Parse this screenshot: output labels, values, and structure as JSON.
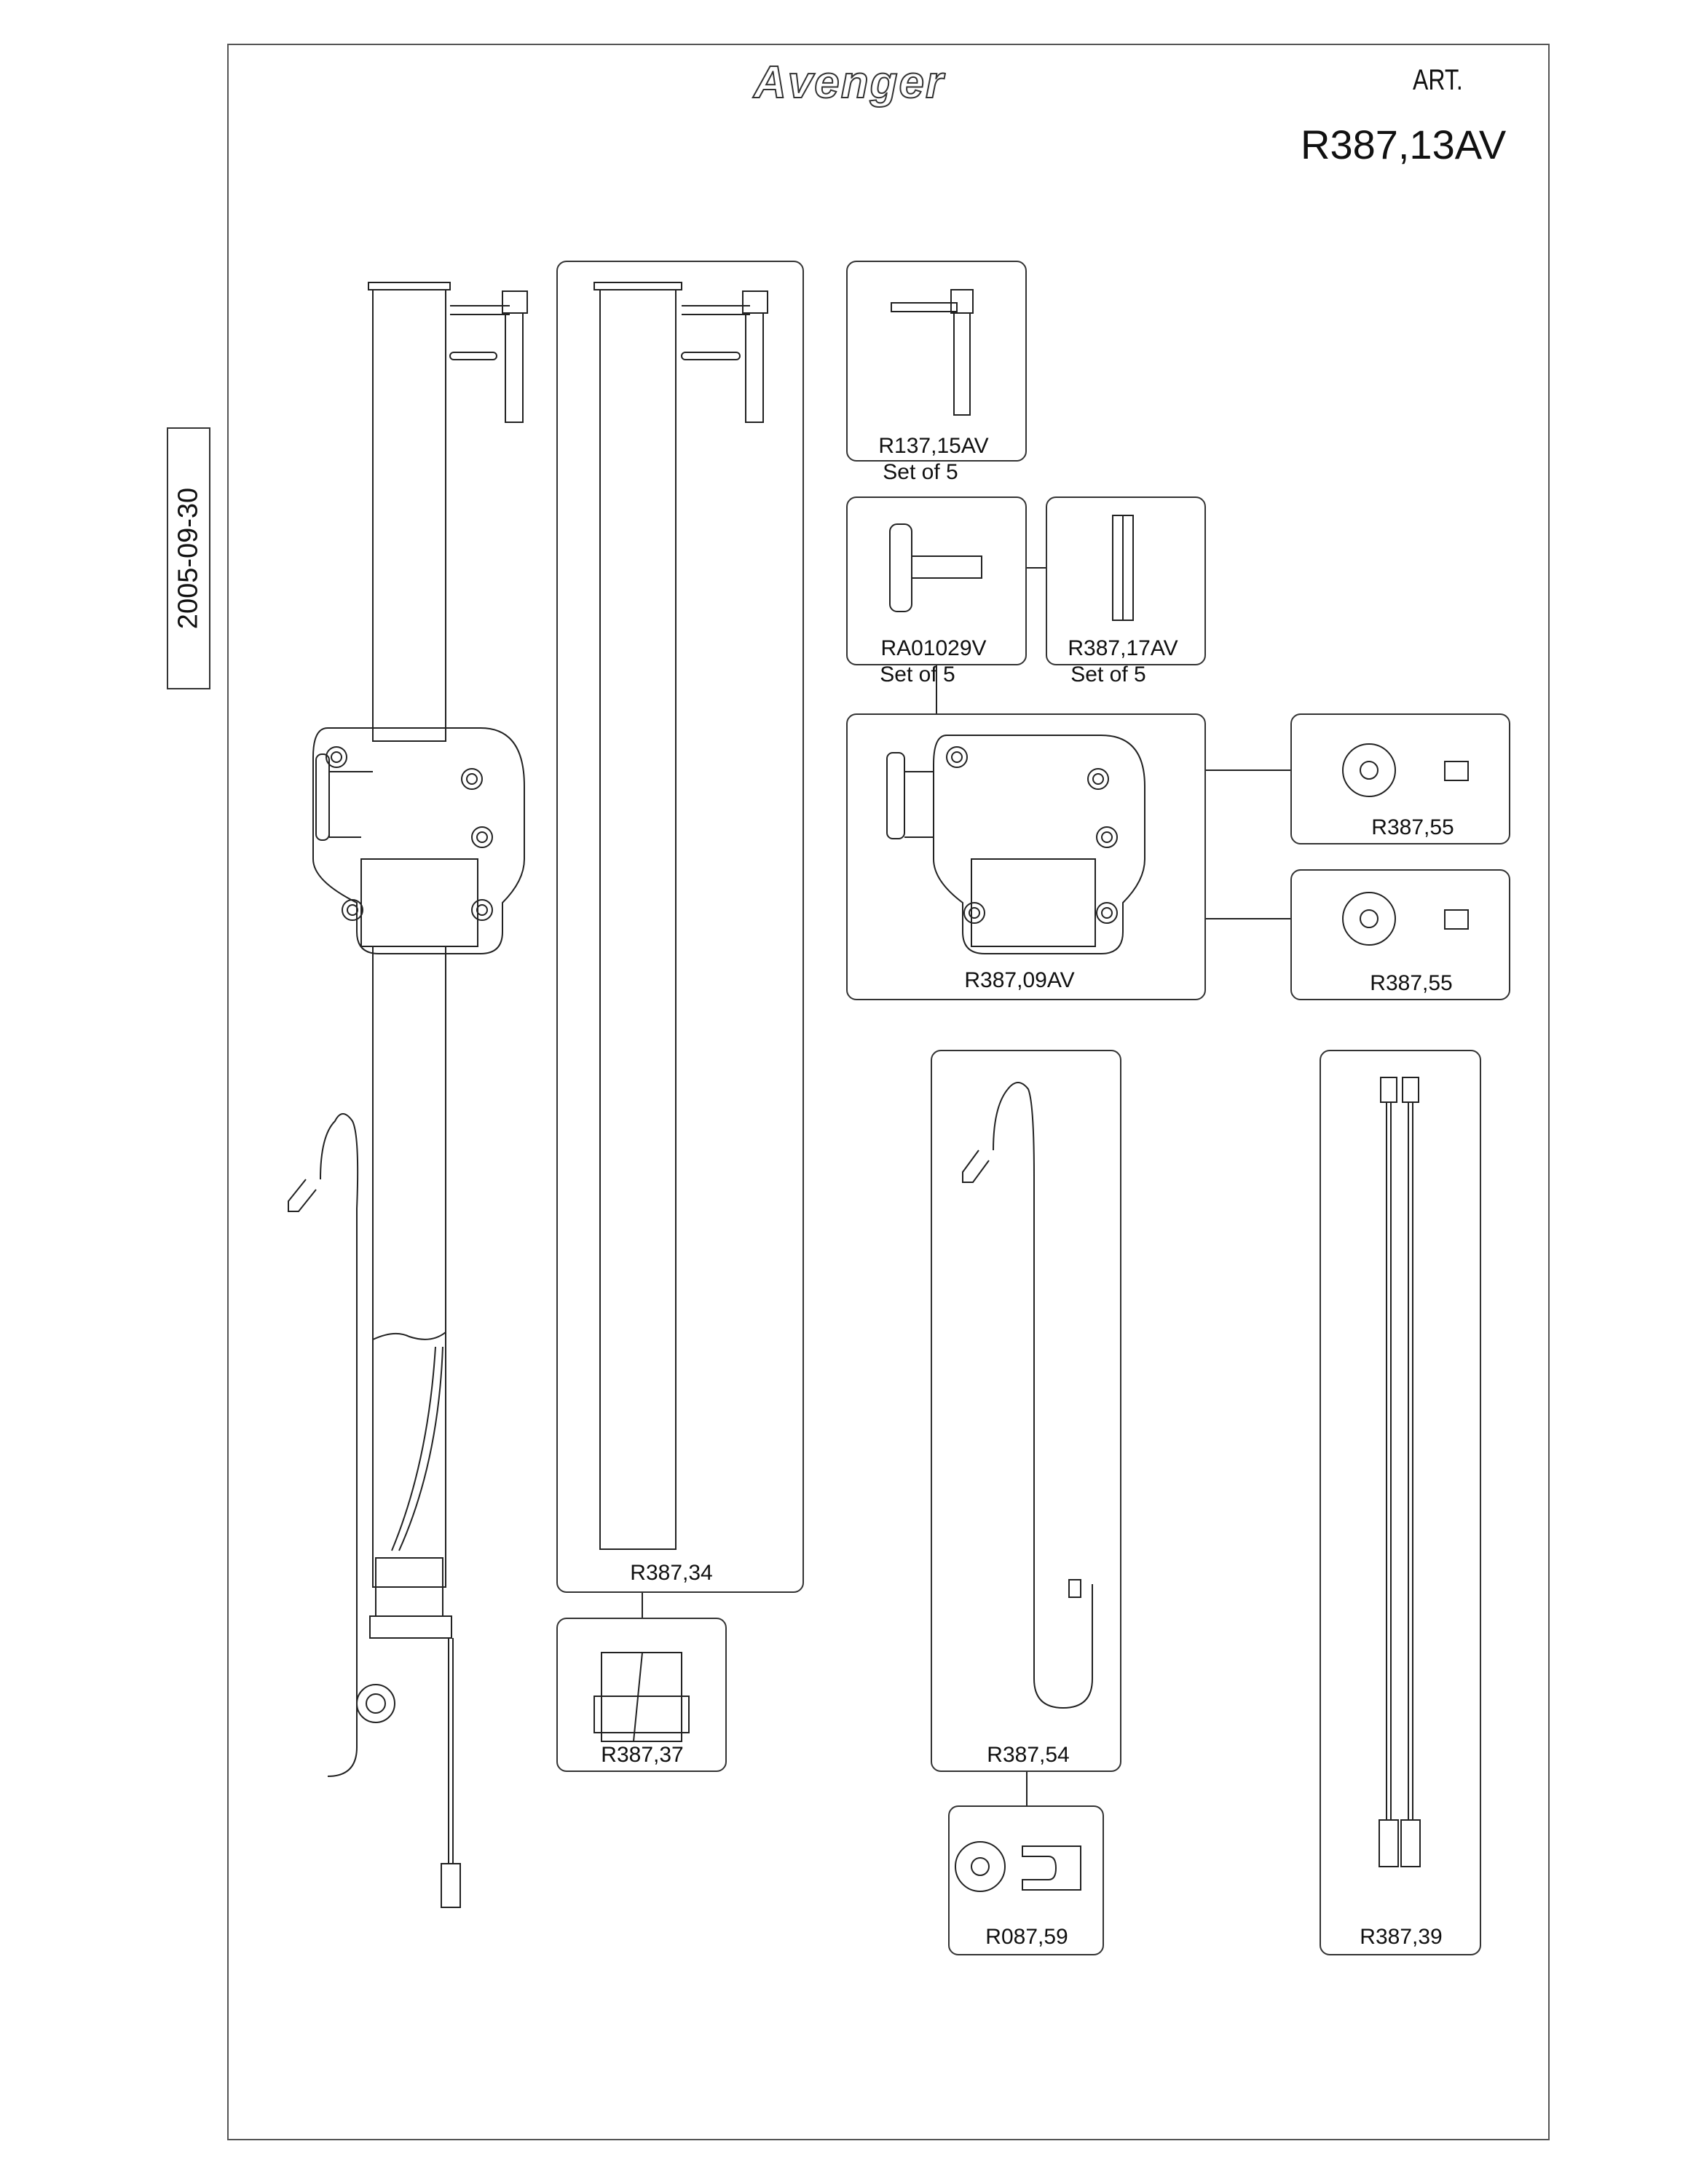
{
  "header": {
    "brand": "Avenger",
    "art_label": "ART.",
    "art_number": "R387,13AV",
    "date": "2005-09-30"
  },
  "parts": [
    {
      "code": "R387,34",
      "qty": ""
    },
    {
      "code": "R387,37",
      "qty": ""
    },
    {
      "code": "R137,15AV",
      "qty": "Set of 5"
    },
    {
      "code": "RA01029V",
      "qty": "Set of 5"
    },
    {
      "code": "R387,17AV",
      "qty": "Set of 5"
    },
    {
      "code": "R387,09AV",
      "qty": ""
    },
    {
      "code": "R387,55",
      "qty": ""
    },
    {
      "code": "R387,55",
      "qty": ""
    },
    {
      "code": "R387,54",
      "qty": ""
    },
    {
      "code": "R087,59",
      "qty": ""
    },
    {
      "code": "R387,39",
      "qty": ""
    }
  ]
}
